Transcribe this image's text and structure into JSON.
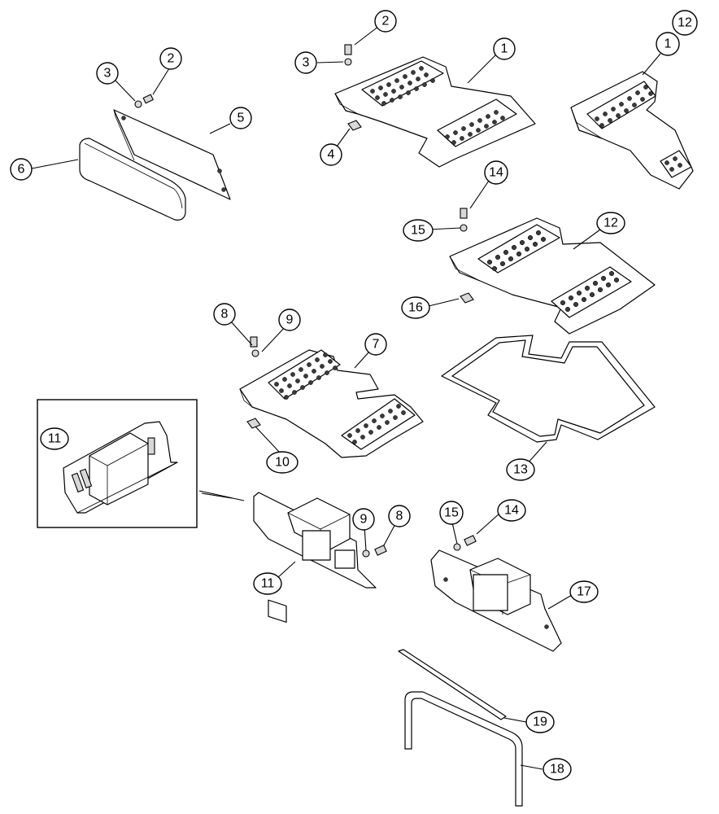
{
  "callouts": {
    "c1a": "1",
    "c2a": "2",
    "c3a": "3",
    "c4": "4",
    "c2b": "2",
    "c3b": "3",
    "c5": "5",
    "c6": "6",
    "c12a": "12",
    "c1b": "1",
    "c14a": "14",
    "c15a": "15",
    "c12b": "12",
    "c16": "16",
    "c8a": "8",
    "c9a": "9",
    "c7": "7",
    "c10": "10",
    "c13": "13",
    "c11a": "11",
    "c11b": "11",
    "c9b": "9",
    "c8b": "8",
    "c15b": "15",
    "c14b": "14",
    "c17": "17",
    "c19": "19",
    "c18": "18"
  }
}
